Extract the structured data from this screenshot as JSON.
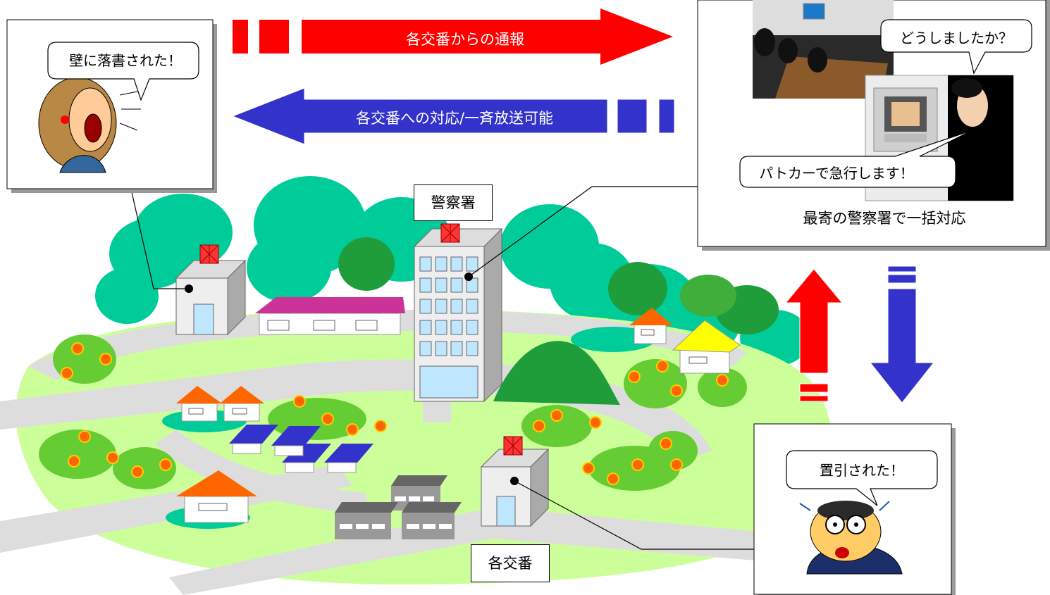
{
  "arrows": {
    "report_label": "各交番からの通報",
    "response_label": "各交番への対応/一斉放送可能"
  },
  "callouts": {
    "graffiti": "壁に落書された！",
    "what_happened": "どうしましたか？",
    "patrol_car": "パトカーで急行します！",
    "snatched": "置引された！"
  },
  "labels": {
    "station_caption": "最寄の警察署で一括対応",
    "police_station": "警察署",
    "koban": "各交番"
  },
  "colors": {
    "report_arrow": "#ff0000",
    "response_arrow": "#3333cc",
    "lawn": "#ccff99",
    "road": "#dddddd",
    "trees": "#00cc99"
  }
}
